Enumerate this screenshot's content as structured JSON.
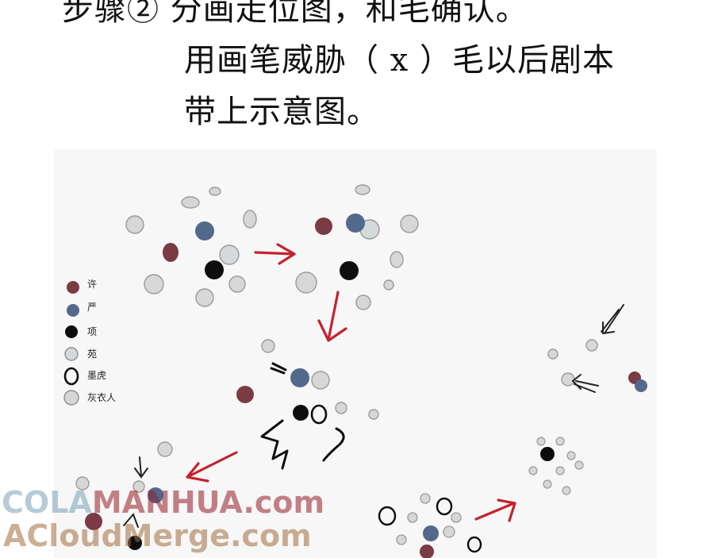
{
  "captions": {
    "line1": "步骤② 分画走位图，和毛确认。",
    "line2": "用画笔威胁（ x ）毛以后剧本",
    "line3": "带上示意图。"
  },
  "legend": [
    {
      "label": "许",
      "color": "#7a3b45",
      "style": "filled"
    },
    {
      "label": "严",
      "color": "#52698c",
      "style": "filled"
    },
    {
      "label": "项",
      "color": "#0d0d0d",
      "style": "filled"
    },
    {
      "label": "苑",
      "color": "#d4d9db",
      "style": "filled"
    },
    {
      "label": "墨虎",
      "color": "#0d0d0d",
      "style": "ring"
    },
    {
      "label": "灰衣人",
      "color": "#d6d6d6",
      "style": "filled"
    }
  ],
  "colors": {
    "arrow_red": "#c4222e",
    "arrow_black": "#222222",
    "gray_figure": "#d7d7d7",
    "gray_outline": "#9a9a9a"
  },
  "watermarks": {
    "line1_a": "COLA",
    "line1_b": "MANHUA.com",
    "line2": "ACloudMerge.com"
  }
}
